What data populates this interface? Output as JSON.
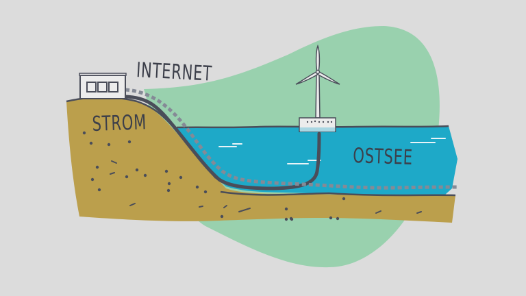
{
  "labels": {
    "internet": "INTERNET",
    "strom": "STROM",
    "ostsee": "OSTSEE"
  },
  "colors": {
    "background": "#dcdcdc",
    "blob": "#99d1ae",
    "ground": "#bb9f4c",
    "water": "#1ea9c8",
    "outline": "#4a4d59",
    "dashed_cable": "#858a96",
    "turbine": "#ececec"
  },
  "elements": {
    "building": "building-with-three-windows",
    "turbine": "offshore-wind-turbine",
    "cables": [
      "power-cable",
      "internet-cable-dashed"
    ]
  }
}
